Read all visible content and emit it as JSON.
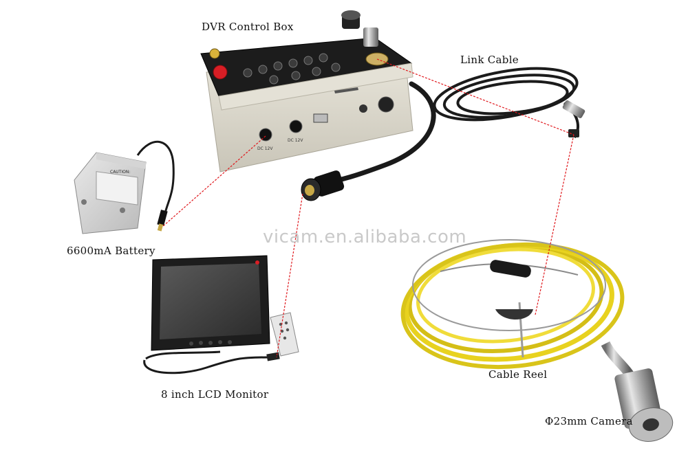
{
  "labels": {
    "dvr_control_box": "DVR Control Box",
    "link_cable": "Link Cable",
    "battery": "6600mA Battery",
    "lcd_monitor": "8 inch LCD Monitor",
    "cable_reel": "Cable Reel",
    "camera": "Φ23mm Camera"
  },
  "watermark": "vicam.en.alibaba.com",
  "device_text": {
    "battery_caution": "CAUTION:",
    "dvr_port_power": "DC 12V",
    "dvr_port_charge": "DC 12V"
  },
  "colors": {
    "leader_line": "#e0161b",
    "cable_yellow": "#e8d21f",
    "box_body": "#ddd9cc",
    "box_panel": "#1c1c1c"
  }
}
